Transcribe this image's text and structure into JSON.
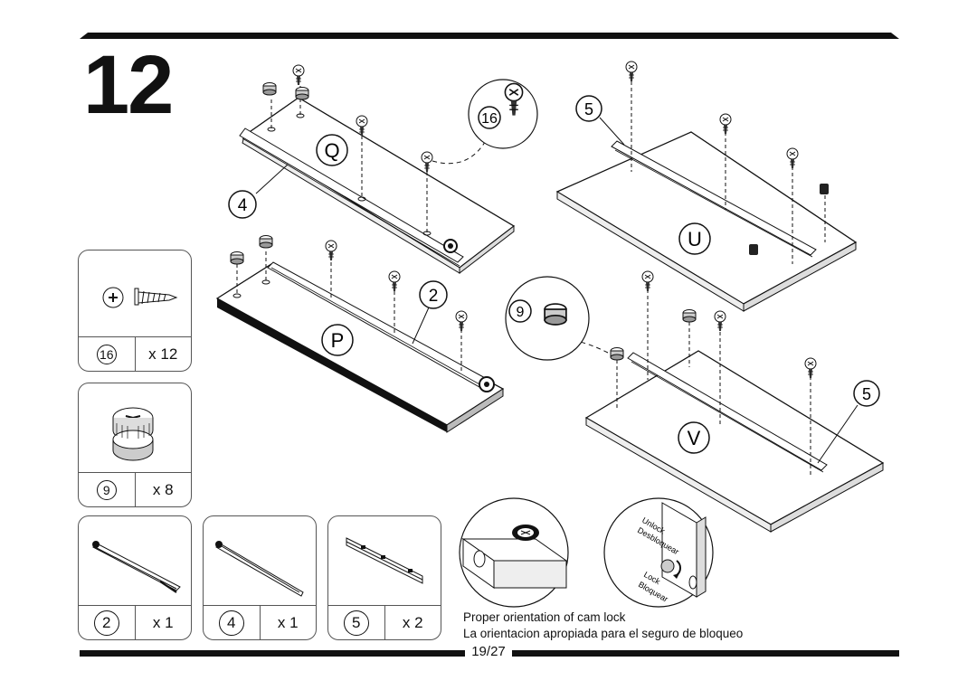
{
  "step": {
    "number": "12"
  },
  "page": {
    "indicator": "19/27"
  },
  "panels": [
    {
      "letter": "Q"
    },
    {
      "letter": "P"
    },
    {
      "letter": "U"
    },
    {
      "letter": "V"
    }
  ],
  "callouts": {
    "rail_4": "4",
    "rail_2": "2",
    "bracket_5a": "5",
    "bracket_5b": "5",
    "screw_16": "16",
    "cam_9": "9"
  },
  "parts": [
    {
      "id": "16",
      "qty": "x 12",
      "icon": "screw-icon"
    },
    {
      "id": "9",
      "qty": "x 8",
      "icon": "cam-lock-icon"
    },
    {
      "id": "2",
      "qty": "x 1",
      "icon": "drawer-rail-icon"
    },
    {
      "id": "4",
      "qty": "x 1",
      "icon": "drawer-rail-icon"
    },
    {
      "id": "5",
      "qty": "x 2",
      "icon": "bracket-icon"
    }
  ],
  "cam_lock_detail": {
    "unlock_label": "Unlock",
    "unlock_label_es": "Desbloquear",
    "lock_label": "Lock",
    "lock_label_es": "Bloquear"
  },
  "caption": {
    "en": "Proper orientation of cam lock",
    "es": "La orientacion apropiada para el seguro de bloqueo"
  }
}
